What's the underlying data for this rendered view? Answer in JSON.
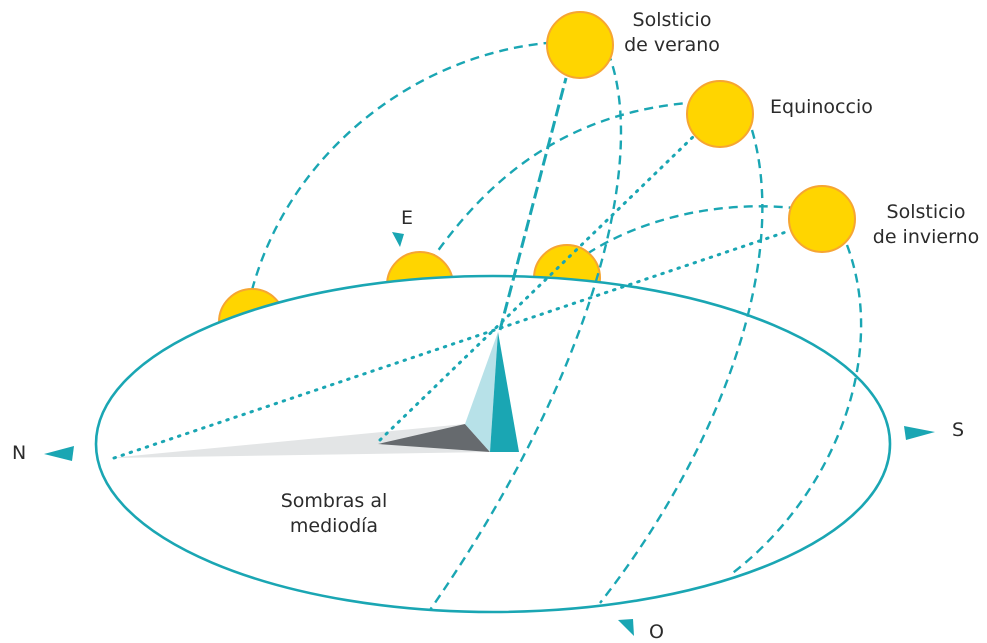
{
  "colors": {
    "teal": "#1aa6b3",
    "sun_fill": "#ffd500",
    "sun_outline": "#f6a532",
    "shadow_light": "#e3e5e6",
    "shadow_dark": "#666a6e",
    "gnomon_light": "#b7e1e8"
  },
  "cardinal": {
    "north": "N",
    "south": "S",
    "east": "E",
    "west": "O"
  },
  "labels": {
    "summer_solstice": [
      "Solsticio",
      "de verano"
    ],
    "equinox": "Equinoccio",
    "winter_solstice": [
      "Solsticio",
      "de invierno"
    ],
    "noon_shadows": [
      "Sombras al",
      "mediodía"
    ]
  }
}
